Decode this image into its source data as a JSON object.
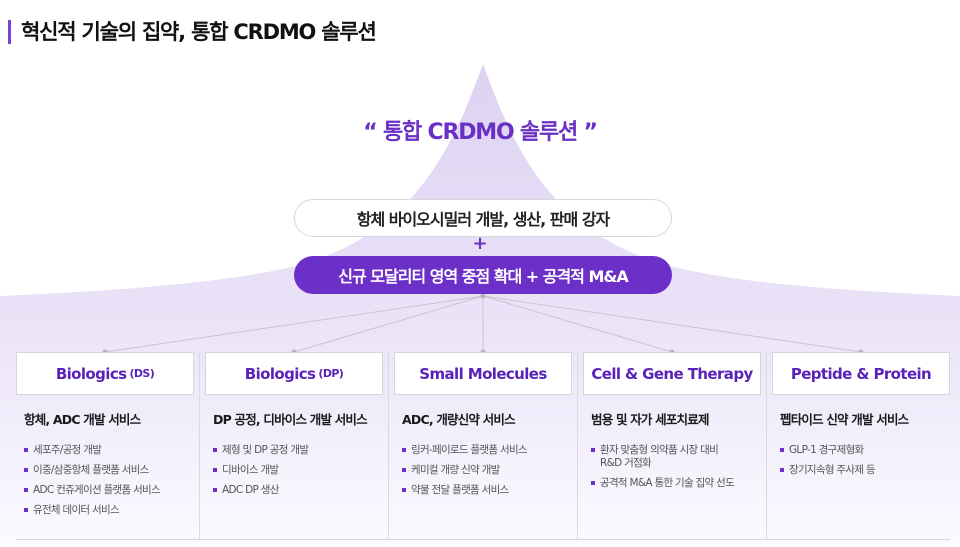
{
  "page": {
    "title": "혁신적 기술의 집약, 통합 CRDMO 솔루션",
    "accent_color": "#6c2fc8"
  },
  "hero": {
    "headline": "“ 통합 CRDMO 솔루션 ”",
    "pill_top": "항체 바이오시밀러 개발, 생산, 판매 강자",
    "plus": "+",
    "pill_bottom": "신규 모달리티 영역 중점 확대 + 공격적 M&A"
  },
  "columns": [
    {
      "title": "Biologics",
      "suffix": "(DS)",
      "subtitle": "항체, ADC 개발 서비스",
      "items": [
        "세포주/공정 개발",
        "이중/삼중항체 플랫폼 서비스",
        "ADC 컨쥬게이션 플랫폼 서비스",
        "유전체 데이터 서비스"
      ]
    },
    {
      "title": "Biologics",
      "suffix": "(DP)",
      "subtitle": "DP 공정, 디바이스 개발 서비스",
      "items": [
        "제형 및 DP 공정 개발",
        "디바이스 개발",
        "ADC DP 생산"
      ]
    },
    {
      "title": "Small Molecules",
      "suffix": "",
      "subtitle": "ADC, 개량신약 서비스",
      "items": [
        "링커-페이로드 플랫폼 서비스",
        "케미컬 개량 신약 개발",
        "약물 전달 플랫폼 서비스"
      ]
    },
    {
      "title": "Cell & Gene Therapy",
      "suffix": "",
      "subtitle": "범용 및 자가 세포치료제",
      "items": [
        "환자 맞춤형 의약품 시장 대비 R&D 거점화",
        "공격적 M&A 통한 기술 집약 선도"
      ]
    },
    {
      "title": "Peptide & Protein",
      "suffix": "",
      "subtitle": "펩타이드 신약 개발 서비스",
      "items": [
        "GLP-1 경구제형화",
        "장기지속형 주사제 등"
      ]
    }
  ]
}
